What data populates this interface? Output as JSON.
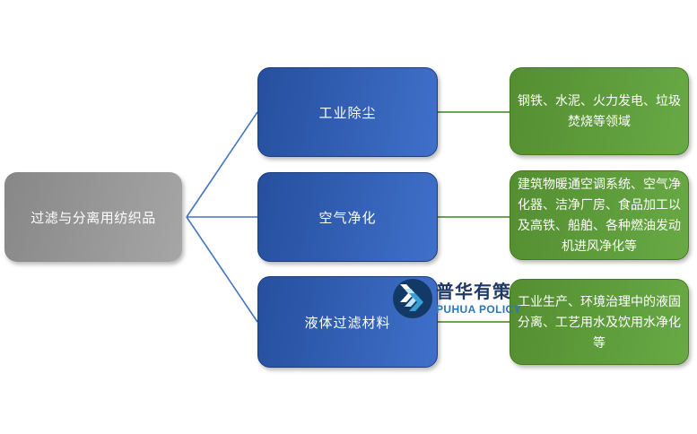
{
  "diagram": {
    "root_label": "过滤与分离用纺织品",
    "branches": [
      {
        "label": "工业除尘",
        "application": "钢铁、水泥、火力发电、垃圾焚烧等领域"
      },
      {
        "label": "空气净化",
        "application": "建筑物暖通空调系统、空气净化器、洁净厂房、食品加工以及高铁、船舶、各种燃油发动机进风净化等"
      },
      {
        "label": "液体过滤材料",
        "application": "工业生产、环境治理中的液固分离、工艺用水及饮用水净化等"
      }
    ]
  },
  "logo": {
    "name_zh": "普华有策",
    "name_en": "PUHUA POLICY"
  },
  "colors": {
    "root_gradient_start": "#878787",
    "root_gradient_end": "#a6a6a6",
    "branch_gradient_start": "#264f9e",
    "branch_gradient_end": "#3f70ca",
    "detail_gradient_start": "#548e31",
    "detail_gradient_end": "#68a945",
    "blue_connector": "#4472c4",
    "green_connector": "#6aa84f",
    "logo_circle": "#133a66",
    "logo_navy": "#1f3864",
    "logo_blue": "#2e75b6"
  }
}
